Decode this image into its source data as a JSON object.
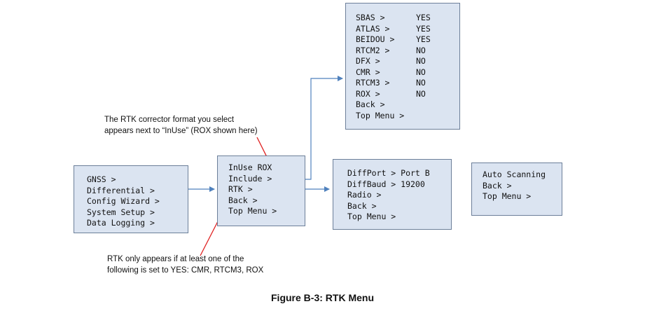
{
  "main_menu": {
    "items": [
      "GNSS >",
      "Differential >",
      "Config Wizard >",
      "System Setup >",
      "Data Logging >"
    ]
  },
  "differential_menu": {
    "inuse_label": "InUse",
    "inuse_value": "ROX",
    "include": "Include >",
    "rtk_label": "RTK",
    "rtk_arrow": " >",
    "back": "Back >",
    "top_menu": "Top Menu >"
  },
  "include_menu": {
    "rows": [
      {
        "key": "SBAS >",
        "value": "YES"
      },
      {
        "key": "ATLAS >",
        "value": "YES"
      },
      {
        "key": "BEIDOU >",
        "value": "YES"
      },
      {
        "key": "RTCM2 >",
        "value": "NO"
      },
      {
        "key": "DFX >",
        "value": "NO"
      },
      {
        "key": "CMR >",
        "value": "NO"
      },
      {
        "key": "RTCM3 >",
        "value": "NO"
      },
      {
        "key": "ROX >",
        "value": "NO"
      }
    ],
    "back": "Back >",
    "top_menu": "Top Menu >"
  },
  "rtk_menu": {
    "items": [
      "DiffPort > Port B",
      "DiffBaud > 19200",
      "Radio >",
      "Back >",
      "Top Menu >"
    ]
  },
  "radio_menu": {
    "items": [
      "Auto Scanning",
      "Back >",
      "Top Menu >"
    ]
  },
  "notes": {
    "corrector_format": [
      "The RTK corrector format you select",
      "appears next to “InUse” (ROX shown here)"
    ],
    "rtk_condition": [
      "RTK only appears if at least one of the",
      "following is set to YES: CMR, RTCM3, ROX"
    ]
  },
  "caption": "Figure B-3: RTK Menu",
  "colors": {
    "box_fill": "#dbe4f1",
    "box_border": "#6c7f99",
    "arrow": "#4f81bd",
    "highlight": "#e02020"
  }
}
